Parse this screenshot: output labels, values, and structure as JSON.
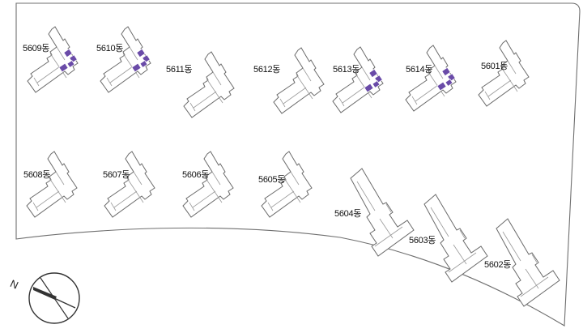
{
  "colors": {
    "boundary": "#6f6f6f",
    "building_outline": "#6a6a6a",
    "highlight": "#6a4ba8",
    "compass": "#333333"
  },
  "compass": {
    "north_label": "N",
    "icon": "compass-north-arrow-icon"
  },
  "buildings": [
    {
      "id": "5609",
      "label": "5609동",
      "highlighted": true
    },
    {
      "id": "5610",
      "label": "5610동",
      "highlighted": true
    },
    {
      "id": "5611",
      "label": "5611동",
      "highlighted": false
    },
    {
      "id": "5612",
      "label": "5612동",
      "highlighted": false
    },
    {
      "id": "5613",
      "label": "5613동",
      "highlighted": true
    },
    {
      "id": "5614",
      "label": "5614동",
      "highlighted": true
    },
    {
      "id": "5601",
      "label": "5601동",
      "highlighted": false
    },
    {
      "id": "5608",
      "label": "5608동",
      "highlighted": false
    },
    {
      "id": "5607",
      "label": "5607동",
      "highlighted": false
    },
    {
      "id": "5606",
      "label": "5606동",
      "highlighted": false
    },
    {
      "id": "5605",
      "label": "5605동",
      "highlighted": false
    },
    {
      "id": "5604",
      "label": "5604동",
      "highlighted": false
    },
    {
      "id": "5603",
      "label": "5603동",
      "highlighted": false
    },
    {
      "id": "5602",
      "label": "5602동",
      "highlighted": false
    }
  ]
}
